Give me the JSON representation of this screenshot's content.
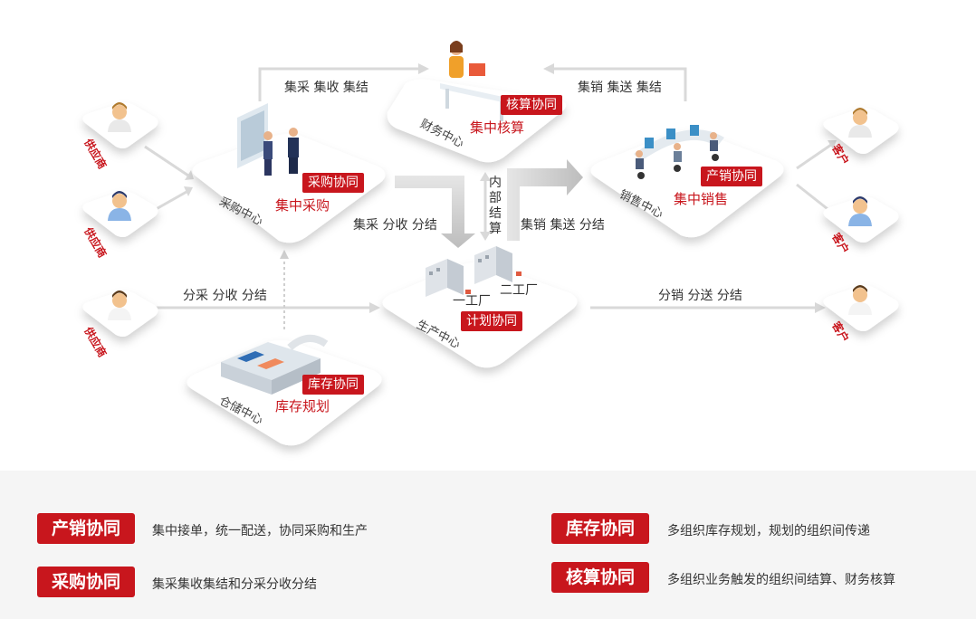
{
  "centers": {
    "finance": {
      "name": "财务中心",
      "tag": "核算协同",
      "sub": "集中核算"
    },
    "purchase": {
      "name": "采购中心",
      "tag": "采购协同",
      "sub": "集中采购"
    },
    "sales": {
      "name": "销售中心",
      "tag": "产销协同",
      "sub": "集中销售"
    },
    "production": {
      "name": "生产中心",
      "tag": "计划协同",
      "factory1": "一工厂",
      "factory2": "二工厂"
    },
    "warehouse": {
      "name": "仓储中心",
      "tag": "库存协同",
      "sub": "库存规划"
    }
  },
  "suppliers": [
    "供应商",
    "供应商",
    "供应商"
  ],
  "customers": [
    "客户",
    "客户",
    "客户"
  ],
  "flows": {
    "purchase_finance": "集采 集收 集结",
    "sales_finance": "集销 集送 集结",
    "internal": "内部结算",
    "purchase_production": "集采 分收 分结",
    "sales_production": "集销 集送 分结",
    "supplier_production": "分采 分收 分结",
    "production_customer": "分销 分送 分结"
  },
  "legend": [
    {
      "badge": "产销协同",
      "desc": "集中接单，统一配送，协同采购和生产"
    },
    {
      "badge": "采购协同",
      "desc": "集采集收集结和分采分收分结"
    },
    {
      "badge": "库存协同",
      "desc": "多组织库存规划，规划的组织间传递"
    },
    {
      "badge": "核算协同",
      "desc": "多组织业务触发的组织间结算、财务核算"
    }
  ],
  "colors": {
    "accent": "#c8161d",
    "platform": "#ffffff",
    "arrow": "#d9d9d9",
    "panel": "#f5f5f5"
  }
}
